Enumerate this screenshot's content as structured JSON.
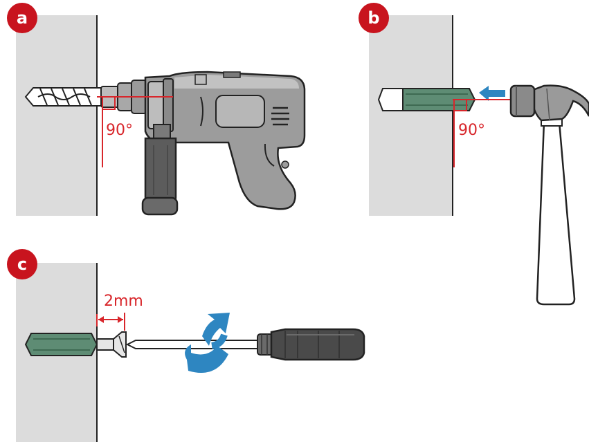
{
  "steps": {
    "a": {
      "badge": "a",
      "angle_label": "90°"
    },
    "b": {
      "badge": "b",
      "angle_label": "90°"
    },
    "c": {
      "badge": "c",
      "gap_label": "2mm"
    }
  },
  "colors": {
    "badge": "#c8141e",
    "annotation": "#d8262b",
    "wall": "#dcdcdc",
    "anchor_green": "#5e8c74",
    "arrow_blue": "#2e86c1",
    "tool_dark": "#4a4a4a",
    "tool_mid": "#8a8a8a",
    "tool_light": "#bdbdbd"
  },
  "icons": {
    "drill": "drill-icon",
    "hammer": "hammer-icon",
    "screwdriver": "screwdriver-icon",
    "rotate": "rotate-arrow-icon"
  }
}
